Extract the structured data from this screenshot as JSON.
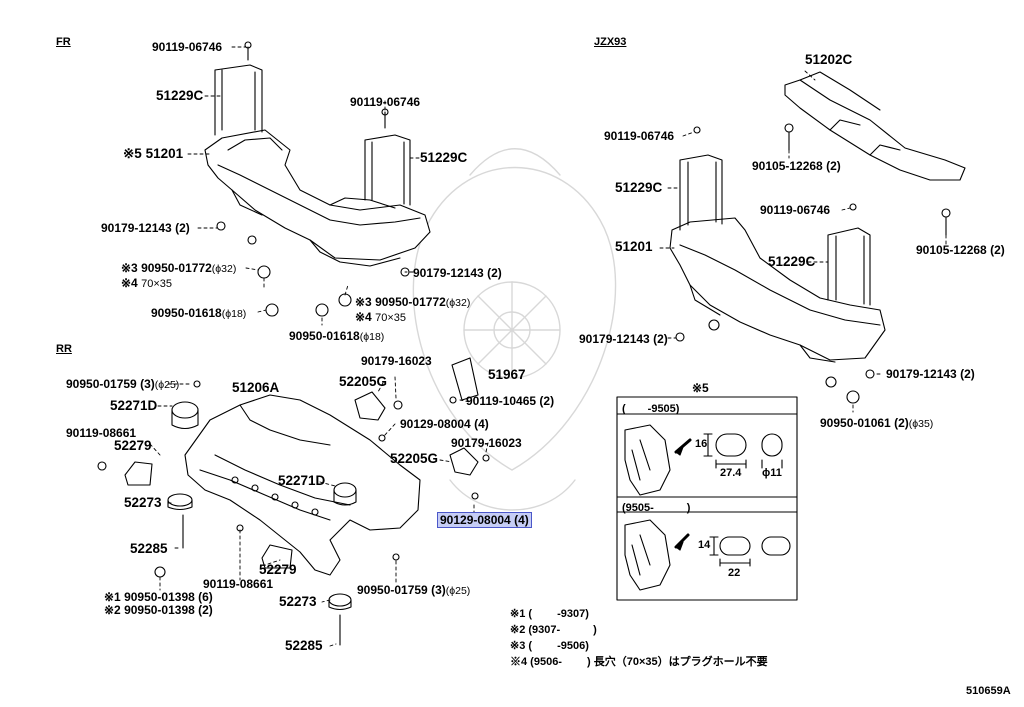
{
  "sections": {
    "fr": "FR",
    "rr": "RR",
    "jzx": "JZX93",
    "ref5": "※5"
  },
  "fr_labels": {
    "l1": "90119-06746",
    "l2": "51229C",
    "l3": "90119-06746",
    "l4": "51229C",
    "l5": "※5 51201",
    "l6": "90179-12143 (2)",
    "l7a": "※3 90950-01772",
    "l7b": "(ϕ32)",
    "l8a": "※4",
    "l8b": "70×35",
    "l9": "90179-12143 (2)",
    "l10a": "※3 90950-01772",
    "l10b": "(ϕ32)",
    "l11a": "※4",
    "l11b": "70×35",
    "l12a": "90950-01618",
    "l12b": "(ϕ18)",
    "l13a": "90950-01618",
    "l13b": "(ϕ18)"
  },
  "jzx_labels": {
    "j1": "51202C",
    "j2": "90119-06746",
    "j3": "90105-12268 (2)",
    "j4": "51229C",
    "j5": "90119-06746",
    "j6": "51201",
    "j7": "51229C",
    "j8": "90105-12268 (2)",
    "j9": "90179-12143 (2)",
    "j10": "90179-12143 (2)",
    "j11a": "90950-01061 (2)",
    "j11b": "(ϕ35)"
  },
  "rr_labels": {
    "r1a": "90950-01759 (3)",
    "r1b": "(ϕ25)",
    "r2": "51206A",
    "r3": "90179-16023",
    "r4": "52205G",
    "r5": "51967",
    "r6": "52271D",
    "r7": "90119-10465 (2)",
    "r8": "90119-08661",
    "r9": "52279",
    "r10": "90129-08004 (4)",
    "r11": "90179-16023",
    "r12": "52205G",
    "r13": "52271D",
    "r14": "52273",
    "r15": "90129-08004 (4)",
    "r16": "52285",
    "r17": "52279",
    "r18": "90119-08661",
    "r19a": "90950-01759 (3)",
    "r19b": "(ϕ25)",
    "r20": "※1 90950-01398 (6)",
    "r21": "※2 90950-01398 (2)",
    "r22": "52273",
    "r23": "52285"
  },
  "detail": {
    "top_range": "(　　-9505)",
    "bottom_range": "(9505-　　　)",
    "d16": "16",
    "d274": "27.4",
    "d11": "ϕ11",
    "d14": "14",
    "d22": "22"
  },
  "notes": {
    "n1": "※1 (　　 -9307)",
    "n2": "※2 (9307-　　　)",
    "n3": "※3 (　　 -9506)",
    "n4": "※4 (9506-　　 ) 長穴（70×35）はプラグホール不要"
  },
  "catalog_number": "510659A"
}
